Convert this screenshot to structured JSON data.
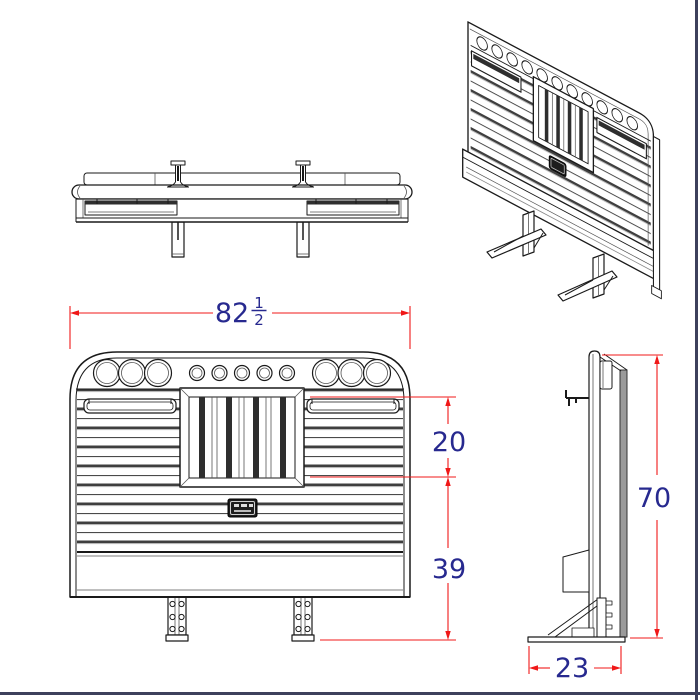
{
  "sheet": {
    "background": "#ffffff"
  },
  "colors": {
    "dimension_line": "#f01818",
    "dimension_text": "#27298f",
    "drawing_line": "#1a1a1a",
    "sheet_border": "#3d405c"
  },
  "dimensions": {
    "overall_width_whole": "82",
    "overall_width_fraction_numerator": "1",
    "overall_width_fraction_denominator": "2",
    "window_height": "20",
    "window_to_mount_bottom": "39",
    "overall_height": "70",
    "base_depth": "23"
  }
}
